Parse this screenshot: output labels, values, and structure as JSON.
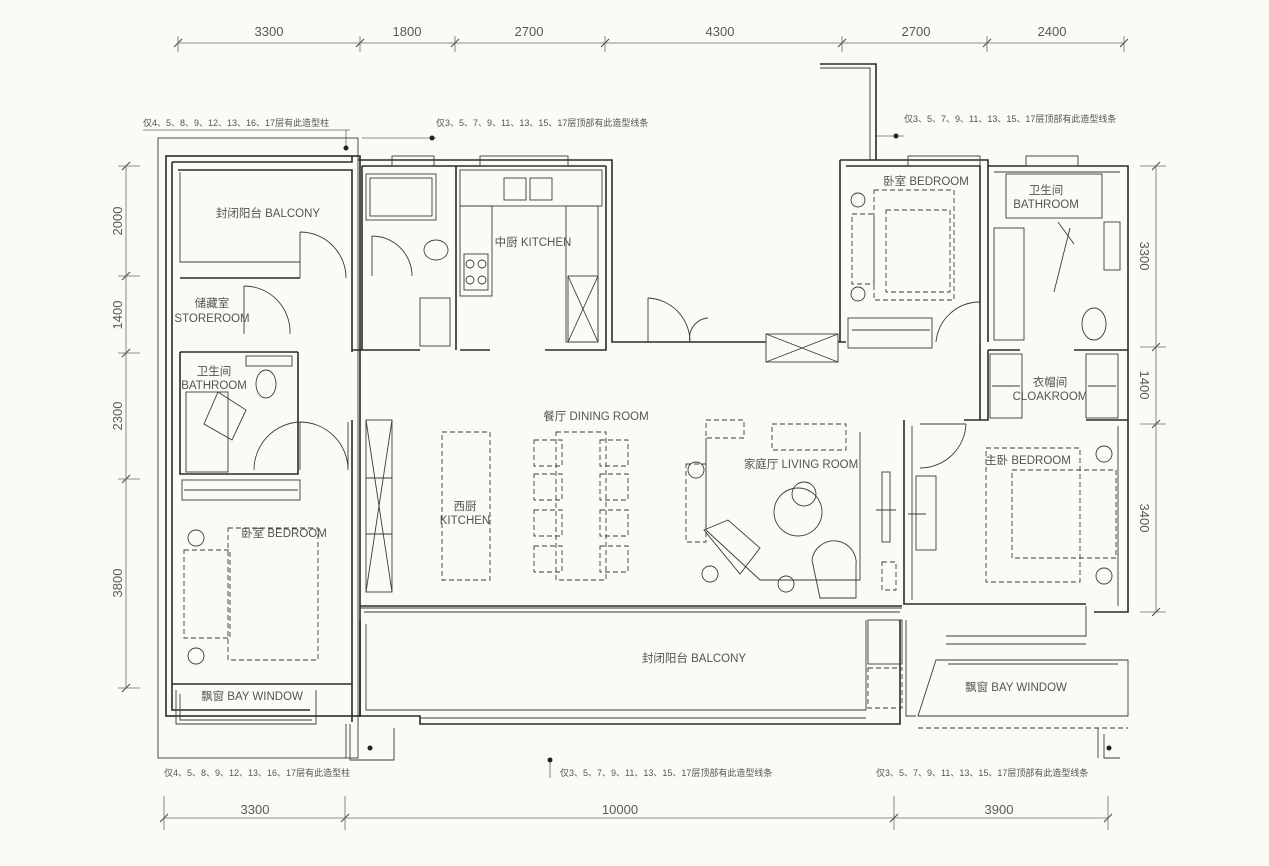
{
  "dimensions": {
    "top": [
      "3300",
      "1800",
      "2700",
      "4300",
      "2700",
      "2400"
    ],
    "bottom": [
      "3300",
      "10000",
      "3900"
    ],
    "left": [
      "2000",
      "1400",
      "2300",
      "3800"
    ],
    "right": [
      "3300",
      "1400",
      "3400"
    ]
  },
  "notes": {
    "top_left": "仅4、5、8、9、12、13、16、17层有此造型柱",
    "top_middle": "仅3、5、7、9、11、13、15、17层顶部有此造型线条",
    "top_right": "仅3、5、7、9、11、13、15、17层顶部有此造型线条",
    "bottom_left": "仅4、5、8、9、12、13、16、17层有此造型柱",
    "bottom_middle": "仅3、5、7、9、11、13、15、17层顶部有此造型线条",
    "bottom_right": "仅3、5、7、9、11、13、15、17层顶部有此造型线条"
  },
  "rooms": {
    "balcony_nw": "封闭阳台  BALCONY",
    "storeroom_cn": "储藏室",
    "storeroom_en": "STOREROOM",
    "bathroom_w_cn": "卫生间",
    "bathroom_w_en": "BATHROOM",
    "bedroom_sw": "卧室  BEDROOM",
    "bay_window_sw": "飘窗  BAY WINDOW",
    "kitchen_cn": "中厨  KITCHEN",
    "dining": "餐厅  DINING ROOM",
    "western_kitchen_cn": "西厨",
    "western_kitchen_en": "KITCHEN",
    "living": "家庭厅  LIVING ROOM",
    "balcony_s": "封闭阳台  BALCONY",
    "bedroom_ne": "卧室  BEDROOM",
    "bathroom_e_cn": "卫生间",
    "bathroom_e_en": "BATHROOM",
    "cloakroom_cn": "衣帽间",
    "cloakroom_en": "CLOAKROOM",
    "master": "主卧  BEDROOM",
    "bay_window_se": "飘窗  BAY WINDOW"
  }
}
